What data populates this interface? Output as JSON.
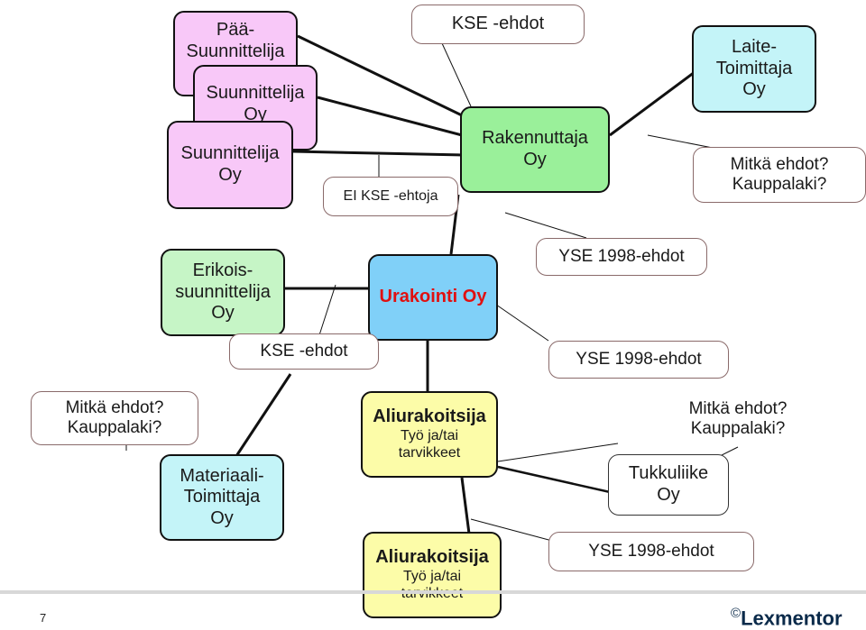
{
  "nodes": {
    "paa_suunnittelija": {
      "lines": [
        "Pää-",
        "Suunnittelija"
      ]
    },
    "suunnittelija_2": {
      "lines": [
        "Suunnittelija",
        "Oy"
      ]
    },
    "suunnittelija_1": {
      "lines": [
        "Suunnittelija",
        "Oy"
      ]
    },
    "kse_ehdot_top": {
      "text": "KSE -ehdot"
    },
    "ei_kse": {
      "text": "EI KSE -ehtoja",
      "prefix": "EI"
    },
    "rakennuttaja": {
      "lines": [
        "Rakennuttaja",
        "Oy"
      ]
    },
    "laite_toimittaja": {
      "lines": [
        "Laite-",
        "Toimittaja",
        "Oy"
      ]
    },
    "mitka_top_right": {
      "lines": [
        "Mitkä ehdot?",
        "Kauppalaki?"
      ]
    },
    "erikois": {
      "lines": [
        "Erikois-",
        "suunnittelija",
        "Oy"
      ]
    },
    "urakointi": {
      "text": "Urakointi Oy"
    },
    "yse_top": {
      "text": "YSE 1998-ehdot"
    },
    "kse_ehdot_mid": {
      "text": "KSE -ehdot"
    },
    "yse_mid": {
      "text": "YSE 1998-ehdot"
    },
    "mitka_left": {
      "lines": [
        "Mitkä ehdot?",
        "Kauppalaki?"
      ]
    },
    "materiaali": {
      "lines": [
        "Materiaali-",
        "Toimittaja",
        "Oy"
      ]
    },
    "aliurakoitsija_1": {
      "title": "Aliurakoitsija",
      "lines": [
        "Työ ja/tai",
        "tarvikkeet"
      ]
    },
    "aliurakoitsija_2": {
      "title": "Aliurakoitsija",
      "lines": [
        "Työ ja/tai",
        "tarvikkeet"
      ]
    },
    "mitka_right": {
      "lines": [
        "Mitkä ehdot?",
        "Kauppalaki?"
      ]
    },
    "tukkuliike": {
      "lines": [
        "Tukkuliike",
        "Oy"
      ]
    },
    "yse_bottom": {
      "text": "YSE 1998-ehdot"
    }
  },
  "footer": {
    "page_number": "7",
    "logo_copyright": "©",
    "logo_text": "Lexmentor"
  }
}
